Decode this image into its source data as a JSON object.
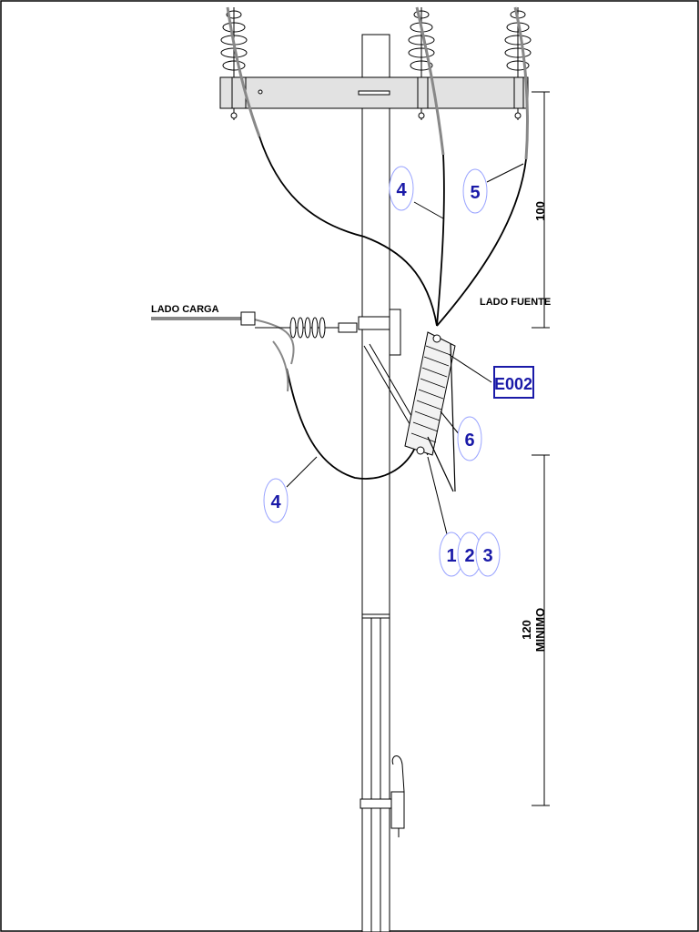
{
  "labels": {
    "load_side": "LADO CARGA",
    "source_side": "LADO FUENTE",
    "reference_code": "E002",
    "dim_top_value": "100",
    "dim_bottom_value": "120",
    "dim_bottom_note": "MINIMO"
  },
  "callouts": {
    "upper_jumper": "4",
    "right_jumper": "5",
    "cutout_body": "6",
    "lower_jumper": "4",
    "item_a": "1",
    "item_b": "2",
    "item_c": "3"
  },
  "colors": {
    "callout_text": "#1a1aa8",
    "callout_bubble": "#9aa4ff",
    "reference_border": "#1a1aa8",
    "line": "#000000",
    "crossarm_fill": "#e2e2e2"
  }
}
